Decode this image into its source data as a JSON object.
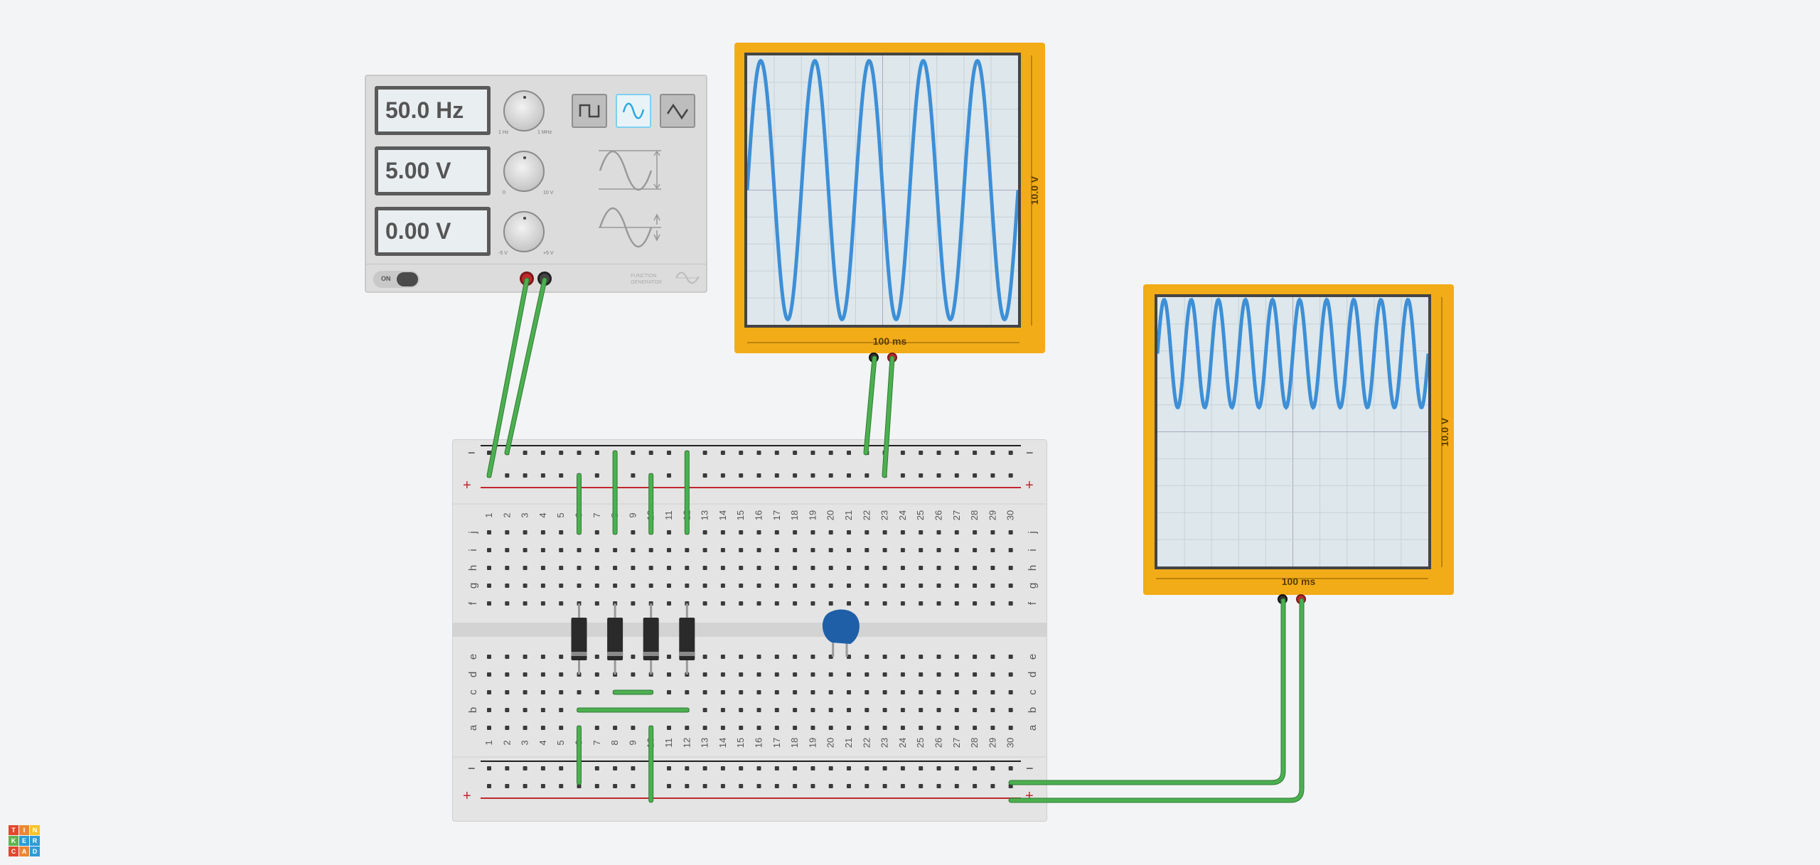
{
  "app": {
    "logo_letters": [
      "T",
      "I",
      "N",
      "K",
      "E",
      "R",
      "C",
      "A",
      "D"
    ],
    "logo_colors": [
      "#e4462f",
      "#e88932",
      "#f5c32a",
      "#5fb44f",
      "#2f9bd6",
      "#2f9bd6",
      "#e4462f",
      "#e88932",
      "#2f9bd6"
    ]
  },
  "function_generator": {
    "frequency_display": "50.0 Hz",
    "amplitude_display": "5.00 V",
    "offset_display": "0.00 V",
    "frequency_knob_min": "1 Hz",
    "frequency_knob_max": "1 MHz",
    "amplitude_knob_min": "0",
    "amplitude_knob_max": "10 V",
    "offset_knob_min": "-5 V",
    "offset_knob_max": "+5 V",
    "waveform_buttons": [
      "square",
      "sine",
      "triangle"
    ],
    "selected_waveform": "sine",
    "power_toggle_label": "ON",
    "brand_line1": "FUNCTION",
    "brand_line2": "GENERATOR"
  },
  "oscilloscope_1": {
    "time_label": "100 ms",
    "voltage_label": "10.0 V",
    "trace_cycles": 5,
    "trace_amplitude_fraction": 0.48
  },
  "oscilloscope_2": {
    "time_label": "100 ms",
    "voltage_label": "10.0 V",
    "trace_cycles": 10,
    "trace_amplitude_fraction": 0.2
  },
  "breadboard": {
    "columns": [
      "1",
      "2",
      "3",
      "4",
      "5",
      "6",
      "7",
      "8",
      "9",
      "10",
      "11",
      "12",
      "13",
      "14",
      "15",
      "16",
      "17",
      "18",
      "19",
      "20",
      "21",
      "22",
      "23",
      "24",
      "25",
      "26",
      "27",
      "28",
      "29",
      "30"
    ],
    "top_rows": [
      "j",
      "i",
      "h",
      "g",
      "f"
    ],
    "bottom_rows": [
      "e",
      "d",
      "c",
      "b",
      "a"
    ],
    "rail_minus": "−",
    "rail_plus": "+"
  },
  "colors": {
    "wire": "#4caf50",
    "trace": "#3d8fd6",
    "scope_frame": "#f2ac18",
    "capacitor": "#1e5fa8",
    "diode": "#2a2a2a"
  }
}
